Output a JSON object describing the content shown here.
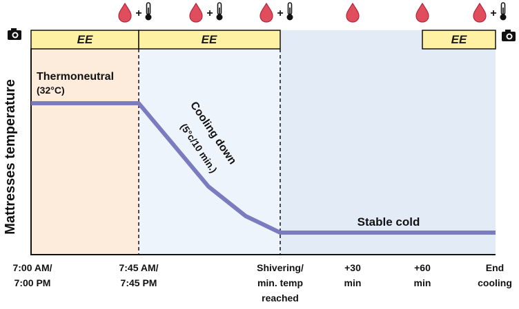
{
  "y_axis_label": "Mattresses temperature",
  "ee_label": "EE",
  "icons": {
    "blood_drop": "blood-drop-icon",
    "thermometer": "thermometer-icon",
    "camera": "camera-icon",
    "plus": "+"
  },
  "phases": {
    "thermoneutral_title": "Thermoneutral",
    "thermoneutral_temp": "(32°C)",
    "cooling_title": "Cooling down",
    "cooling_rate": "(5°c/10 min.)",
    "stable": "Stable cold"
  },
  "timeline": {
    "t1_line1": "7:00 AM/",
    "t1_line2": "7:00 PM",
    "t2_line1": "7:45 AM/",
    "t2_line2": "7:45 PM",
    "t3_line1": "Shivering/",
    "t3_line2": "min. temp",
    "t3_line3": "reached",
    "t4_line1": "+30",
    "t4_line2": "min",
    "t5_line1": "+60",
    "t5_line2": "min",
    "t6_line1": "End",
    "t6_line2": "cooling"
  },
  "colors": {
    "ee_box": "#fff1a3",
    "thermoneutral_bg": "#fdebdc",
    "cooling_bg": "#eef4fc",
    "cold_bg": "#e3ebf6",
    "temperature_line": "#7b7bbf",
    "blood": "#e04e5e"
  }
}
